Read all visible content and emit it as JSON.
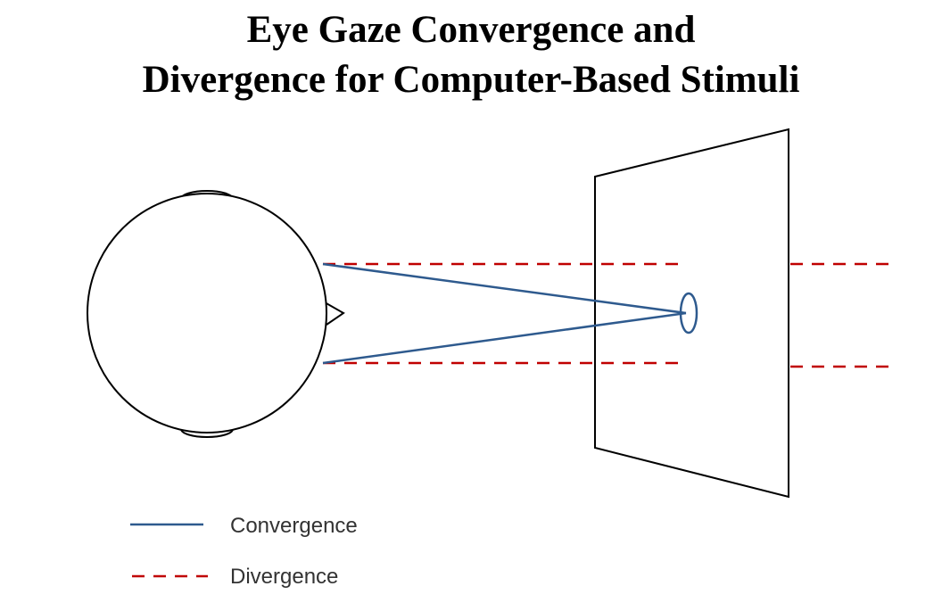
{
  "title": {
    "line1": "Eye Gaze Convergence and",
    "line2": "Divergence for Computer-Based Stimuli"
  },
  "legend": {
    "convergence_label": "Convergence",
    "divergence_label": "Divergence"
  },
  "colors": {
    "convergence": "#2e5a8e",
    "divergence": "#c00000",
    "outline": "#000000",
    "background": "#ffffff"
  }
}
